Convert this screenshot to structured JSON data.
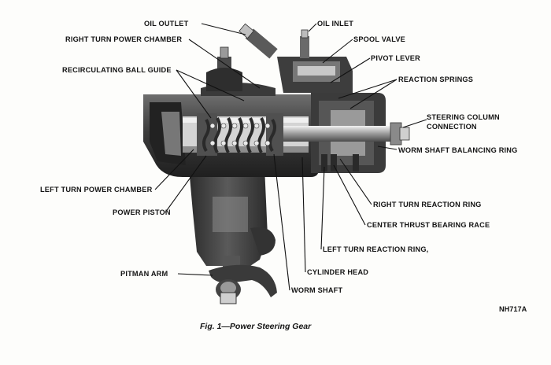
{
  "figure": {
    "caption": "Fig. 1—Power Steering Gear",
    "code": "NH717A"
  },
  "labels": {
    "oil_outlet": "OIL OUTLET",
    "oil_inlet": "OIL INLET",
    "right_turn_power_chamber": "RIGHT TURN POWER CHAMBER",
    "spool_valve": "SPOOL VALVE",
    "pivot_lever": "PIVOT LEVER",
    "recirculating_ball_guide": "RECIRCULATING BALL GUIDE",
    "reaction_springs": "REACTION SPRINGS",
    "steering_column_connection_1": "STEERING COLUMN",
    "steering_column_connection_2": "CONNECTION",
    "worm_shaft_balancing_ring": "WORM SHAFT BALANCING RING",
    "left_turn_power_chamber": "LEFT TURN POWER CHAMBER",
    "power_piston": "POWER PISTON",
    "right_turn_reaction_ring": "RIGHT TURN REACTION RING",
    "center_thrust_bearing_race": "CENTER THRUST BEARING RACE",
    "left_turn_reaction_ring": "LEFT TURN REACTION RING,",
    "cylinder_head": "CYLINDER HEAD",
    "pitman_arm": "PITMAN ARM",
    "worm_shaft": "WORM SHAFT"
  }
}
